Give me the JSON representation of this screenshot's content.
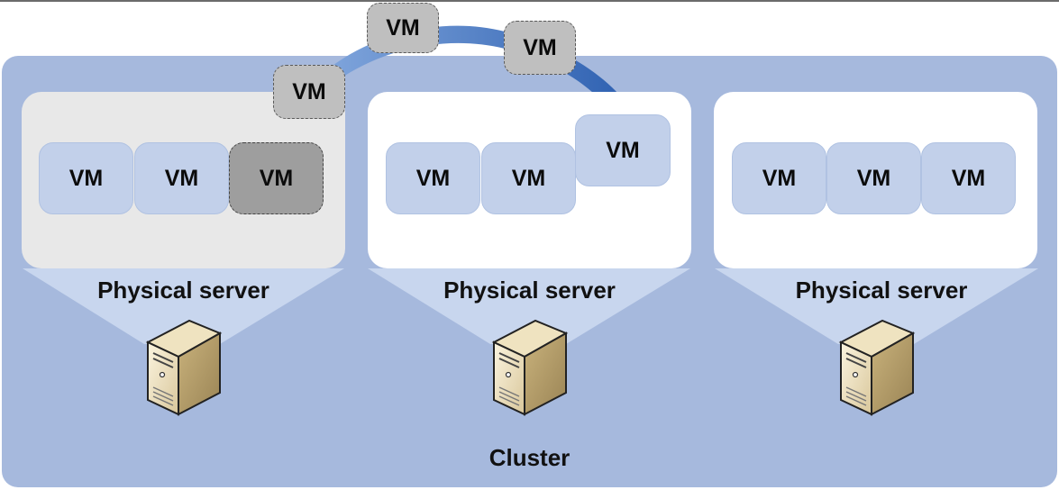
{
  "servers": [
    {
      "label": "Physical server",
      "vms": [
        "VM",
        "VM",
        "VM"
      ]
    },
    {
      "label": "Physical server",
      "vms": [
        "VM",
        "VM"
      ],
      "raised_vm": "VM"
    },
    {
      "label": "Physical server",
      "vms": [
        "VM",
        "VM",
        "VM"
      ]
    }
  ],
  "migration_path": {
    "vms": [
      "VM",
      "VM",
      "VM"
    ]
  },
  "cluster_label": "Cluster",
  "colors": {
    "cluster": "#a6b9dd",
    "vm": "#c2d0ea",
    "ghost_vm": "#bfbfbf",
    "migration_arrow": "#3e73c3"
  }
}
